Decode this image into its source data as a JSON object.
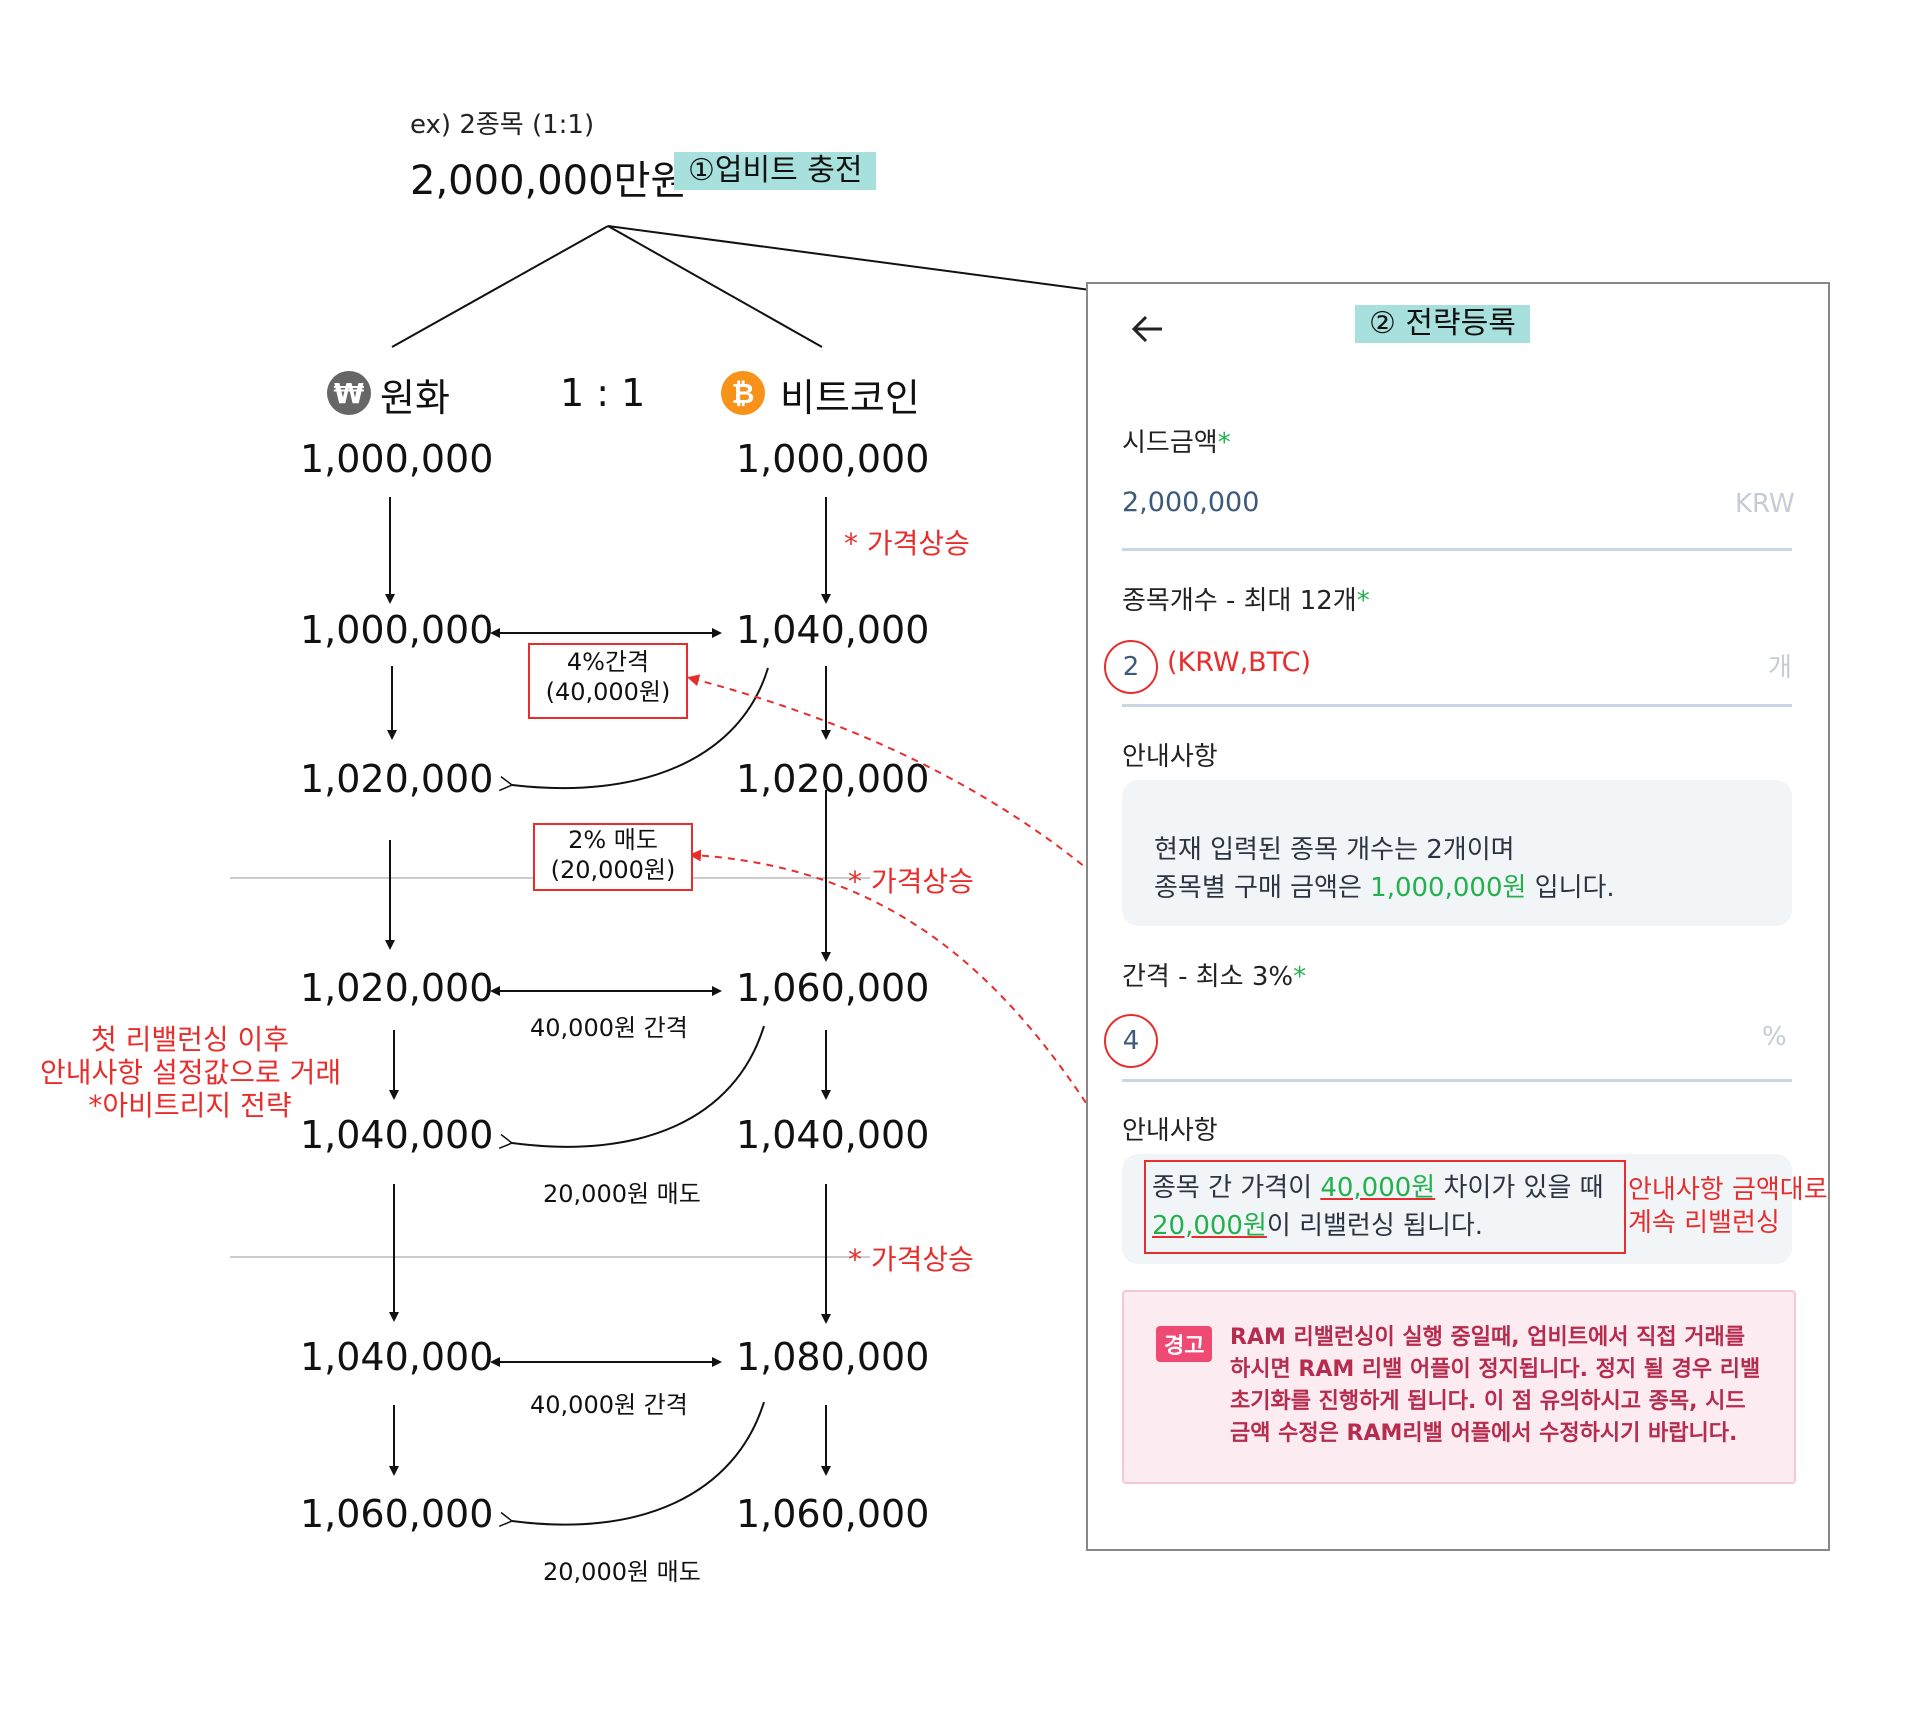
{
  "header": {
    "example": "ex) 2종목 (1:1)",
    "amount": "2,000,000만원",
    "step1": "①업비트 충전",
    "step2": "② 전략등록"
  },
  "columns": {
    "krw_label": "원화",
    "krw_icon_glyph": "₩",
    "ratio": "1 : 1",
    "btc_label": "비트코인",
    "btc_icon_glyph": "₿"
  },
  "flow": {
    "krw": [
      "1,000,000",
      "1,000,000",
      "1,020,000",
      "1,020,000",
      "1,040,000",
      "1,040,000",
      "1,060,000"
    ],
    "btc": [
      "1,000,000",
      "1,040,000",
      "1,020,000",
      "1,060,000",
      "1,040,000",
      "1,080,000",
      "1,060,000"
    ],
    "price_up": "* 가격상승",
    "price_up2": "* 가격상승",
    "price_up3": "* 가격상승",
    "box_gap_line1": "4%간격",
    "box_gap_line2": "(40,000원)",
    "box_sell_line1": "2% 매도",
    "box_sell_line2": "(20,000원)",
    "gap_note": "40,000원 간격",
    "sell_note": "20,000원 매도",
    "gap_note2": "40,000원 간격",
    "sell_note2": "20,000원 매도",
    "side_line1": "첫 리밸런싱 이후",
    "side_line2": "안내사항 설정값으로 거래",
    "side_line3": "*아비트리지 전략"
  },
  "panel": {
    "back_icon": "arrow-left-icon",
    "seed_label": "시드금액",
    "required_mark": "*",
    "seed_value": "2,000,000",
    "seed_unit": "KRW",
    "count_label": "종목개수 - 최대 12개",
    "count_value": "2",
    "count_note": "(KRW,BTC)",
    "count_unit": "개",
    "info_label": "안내사항",
    "info1_line1": "현재 입력된 종목 개수는 2개이며",
    "info1_line2_pre": "종목별 구매 금액은 ",
    "info1_line2_amt": "1,000,000원",
    "info1_line2_post": " 입니다.",
    "gap_label": "간격 - 최소 3%",
    "gap_value": "4",
    "gap_unit": "%",
    "info_label2": "안내사항",
    "info2_line1_pre": "종목 간 가격이 ",
    "info2_line1_amt": "40,000원",
    "info2_line1_post": " 차이가 있을 때",
    "info2_line2_amt": "20,000원",
    "info2_line2_post": "이 리밸런싱 됩니다.",
    "side_note_line1": "안내사항 금액대로",
    "side_note_line2": "계속 리밸런싱",
    "warn_badge": "경고",
    "warn_text": "RAM 리밸런싱이 실행 중일때, 업비트에서 직접 거래를 하시면 RAM 리밸 어플이 정지됩니다. 정지 될 경우 리밸 초기화를 진행하게 됩니다. 이 점 유의하시고 종목, 시드 금액 수정은 RAM리밸 어플에서 수정하시기 바랍니다."
  },
  "colors": {
    "accent_red": "#e82d2d",
    "highlight_teal": "#a7e0dc",
    "green": "#22b14c",
    "btc_orange": "#f7931a",
    "krw_gray": "#666666"
  }
}
